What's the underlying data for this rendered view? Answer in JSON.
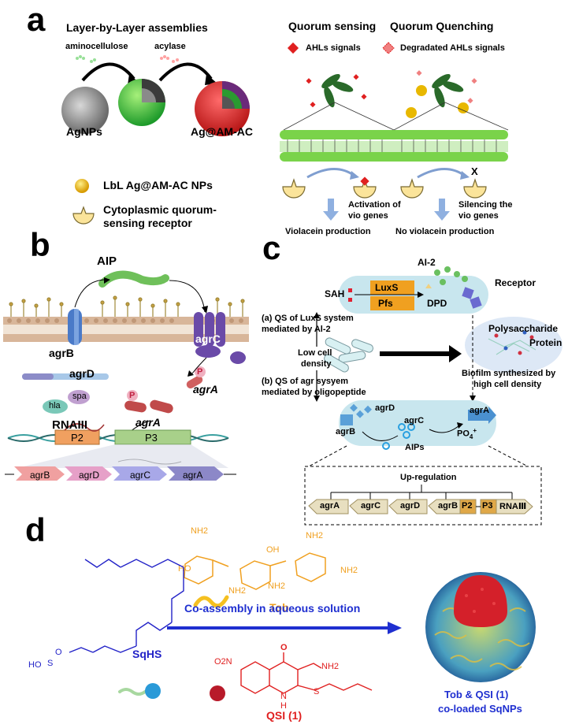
{
  "panel_a": {
    "label": "a",
    "lbl_title": "Layer-by-Layer assemblies",
    "aminocellulose": "aminocellulose",
    "acylase": "acylase",
    "agnps": "AgNPs",
    "ag_am_ac": "Ag@AM-AC",
    "legend_np": "LbL Ag@AM-AC  NPs",
    "legend_receptor_1": "Cytoplasmic quorum-",
    "legend_receptor_2": "sensing receptor",
    "qs_title": "Quorum sensing",
    "qq_title": "Quorum Quenching",
    "ahl_signals": "AHLs signals",
    "degraded_ahl": "Degradated AHLs signals",
    "activation_1": "Activation  of",
    "activation_2": "vio genes",
    "silencing_1": "Silencing  the",
    "silencing_2": "vio genes",
    "violacein": "Violacein  production",
    "no_violacein": "No violacein production",
    "x_mark": "X"
  },
  "panel_b": {
    "label": "b",
    "aip": "AIP",
    "agrB": "agrB",
    "agrC": "agrC",
    "agrD": "agrD",
    "agrA": "agrA",
    "agrA2": "agrA",
    "p_letter": "P",
    "hla": "hla",
    "spa": "spa",
    "rnaiii": "RNAIII",
    "p2": "P2",
    "p3": "P3",
    "genes": [
      "agrB",
      "agrD",
      "agrC",
      "agrA"
    ]
  },
  "panel_c": {
    "label": "c",
    "ai2": "AI-2",
    "receptor": "Receptor",
    "sah": "SAH",
    "luxs": "LuxS",
    "pfs": "Pfs",
    "dpd": "DPD",
    "qs_luxs_1": "(a) QS of LuxS system",
    "qs_luxs_2": "mediated by Al-2",
    "low_cell_1": "Low cell",
    "low_cell_2": "density",
    "qs_agr_1": "(b) QS of agr sysyem",
    "qs_agr_2": "mediated by oligopeptide",
    "polysaccharide": "Polysaccharide",
    "protein": "Protein",
    "biofilm_1": "Biofilm synthesized by",
    "biofilm_2": "high cell density",
    "agrD": "agrD",
    "agrA": "agrA",
    "agrB": "agrB",
    "agrC": "agrC",
    "aips": "AIPs",
    "po4": "PO",
    "po4_sub": "4",
    "po4_sup": "+",
    "upregulation": "Up-regulation",
    "genes": [
      "agrA",
      "agrC",
      "agrD",
      "agrB"
    ],
    "p2": "P2",
    "p3": "P3",
    "rnaiii": "RNAⅢ"
  },
  "panel_d": {
    "label": "d",
    "tob": "Tob",
    "sqhs": "SqHS",
    "coassembly": "Co-assembly in aqueous solution",
    "qsi": "QSI (1)",
    "result_1": "Tob & QSI (1)",
    "result_2": "co-loaded SqNPs",
    "nh2": "NH2",
    "ho": "HO",
    "oh": "OH",
    "o": "O",
    "s": "S",
    "n": "N",
    "h": "H",
    "no2": "O2N",
    "so3": "S",
    "colors": {
      "tob": "#f0a020",
      "sqhs": "#2323c8",
      "qsi": "#e02020",
      "arrow": "#1f2fd0"
    }
  }
}
